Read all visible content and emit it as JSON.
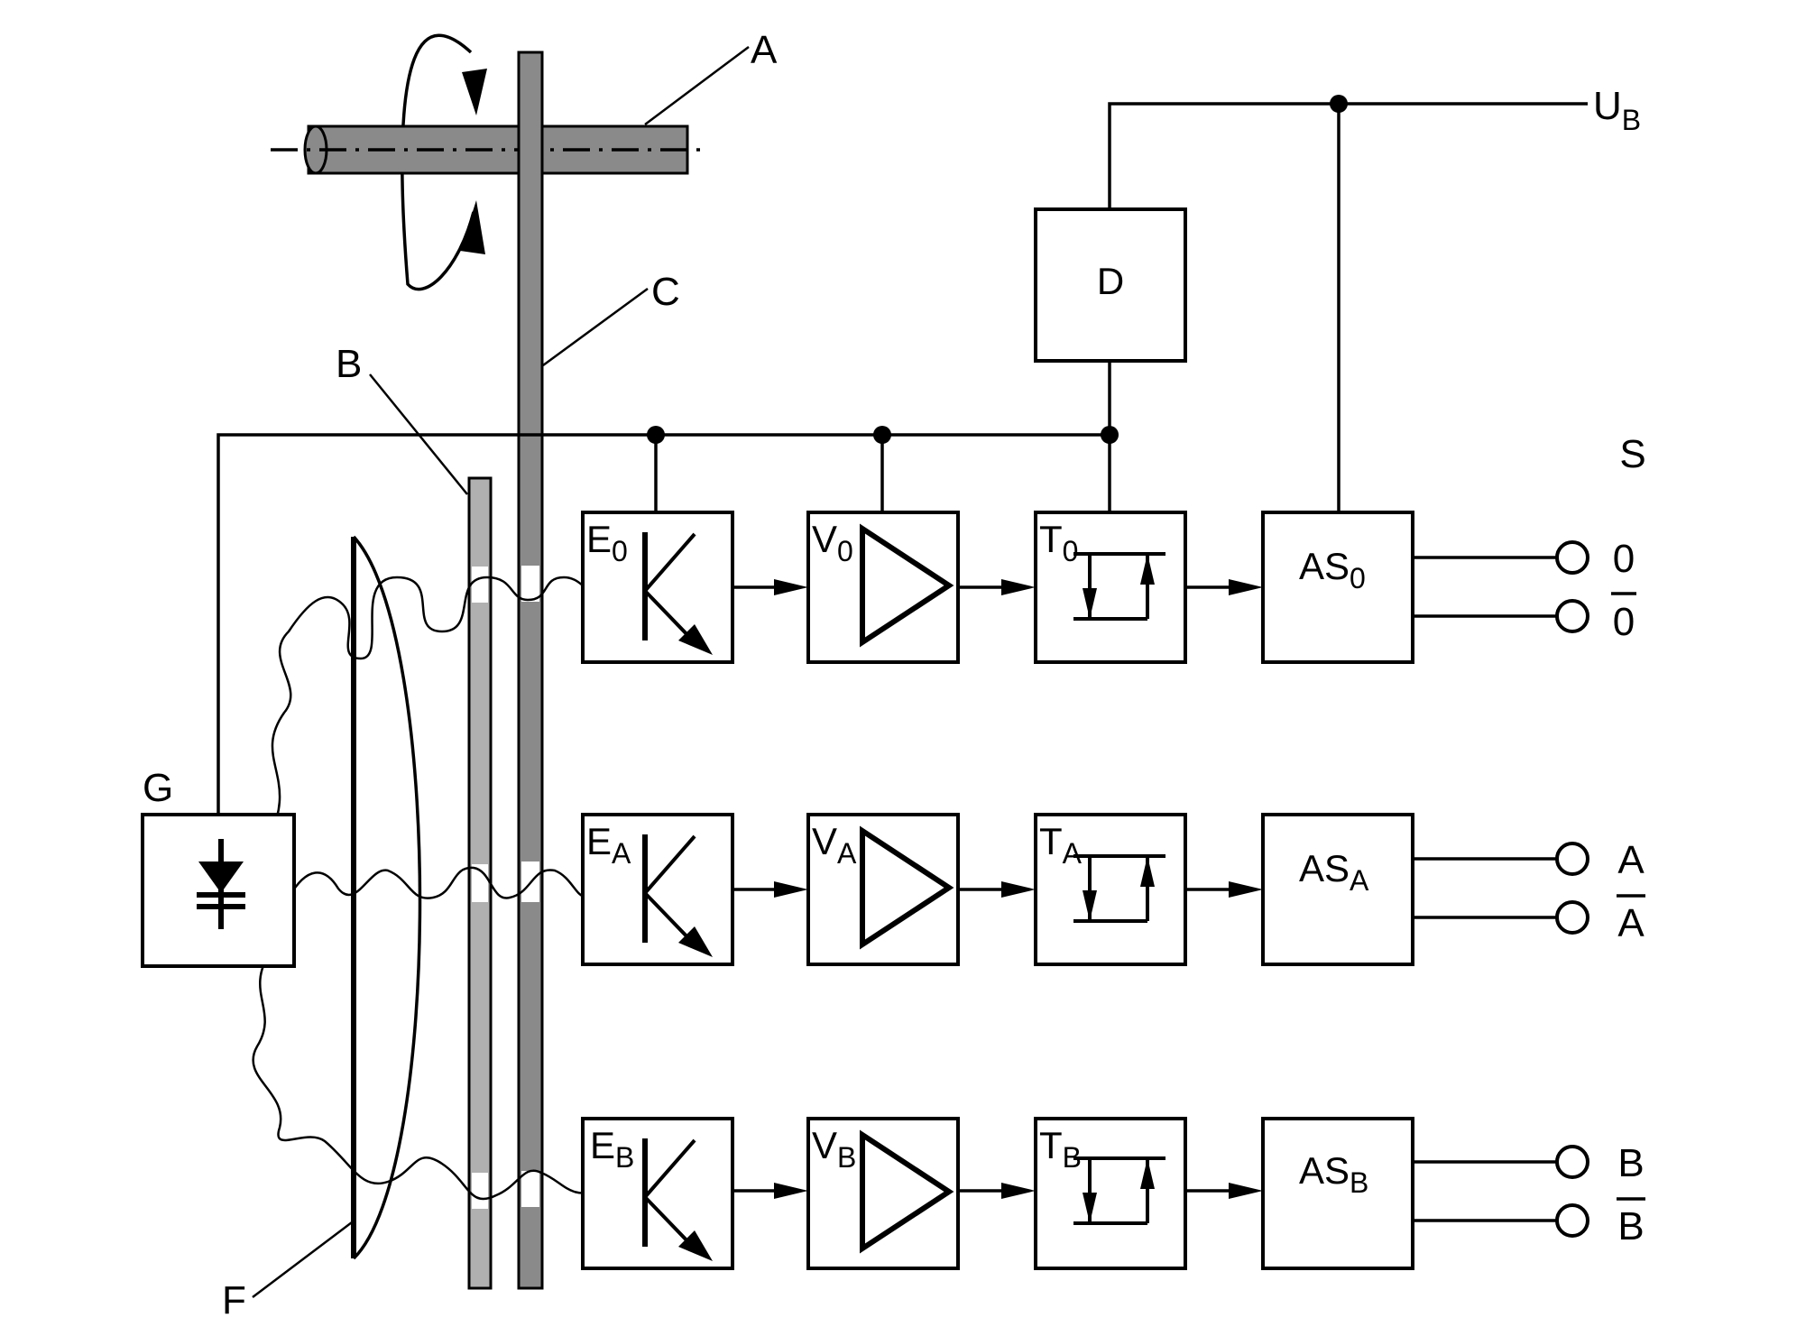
{
  "labels": {
    "shaft": "A",
    "scanning_plate": "B",
    "code_disk": "C",
    "voltage_regulator": "D",
    "condenser": "F",
    "light_source": "G",
    "supply": "U",
    "supply_sub": "B",
    "output_group": "S"
  },
  "channels": [
    {
      "id": "0",
      "receiver": "E",
      "receiver_sub": "0",
      "amplifier": "V",
      "amplifier_sub": "0",
      "trigger": "T",
      "trigger_sub": "0",
      "driver": "AS",
      "driver_sub": "0",
      "out_pos": "0",
      "out_neg": "0"
    },
    {
      "id": "A",
      "receiver": "E",
      "receiver_sub": "A",
      "amplifier": "V",
      "amplifier_sub": "A",
      "trigger": "T",
      "trigger_sub": "A",
      "driver": "AS",
      "driver_sub": "A",
      "out_pos": "A",
      "out_neg": "A"
    },
    {
      "id": "B",
      "receiver": "E",
      "receiver_sub": "B",
      "amplifier": "V",
      "amplifier_sub": "B",
      "trigger": "T",
      "trigger_sub": "B",
      "driver": "AS",
      "driver_sub": "B",
      "out_pos": "B",
      "out_neg": "B"
    }
  ]
}
